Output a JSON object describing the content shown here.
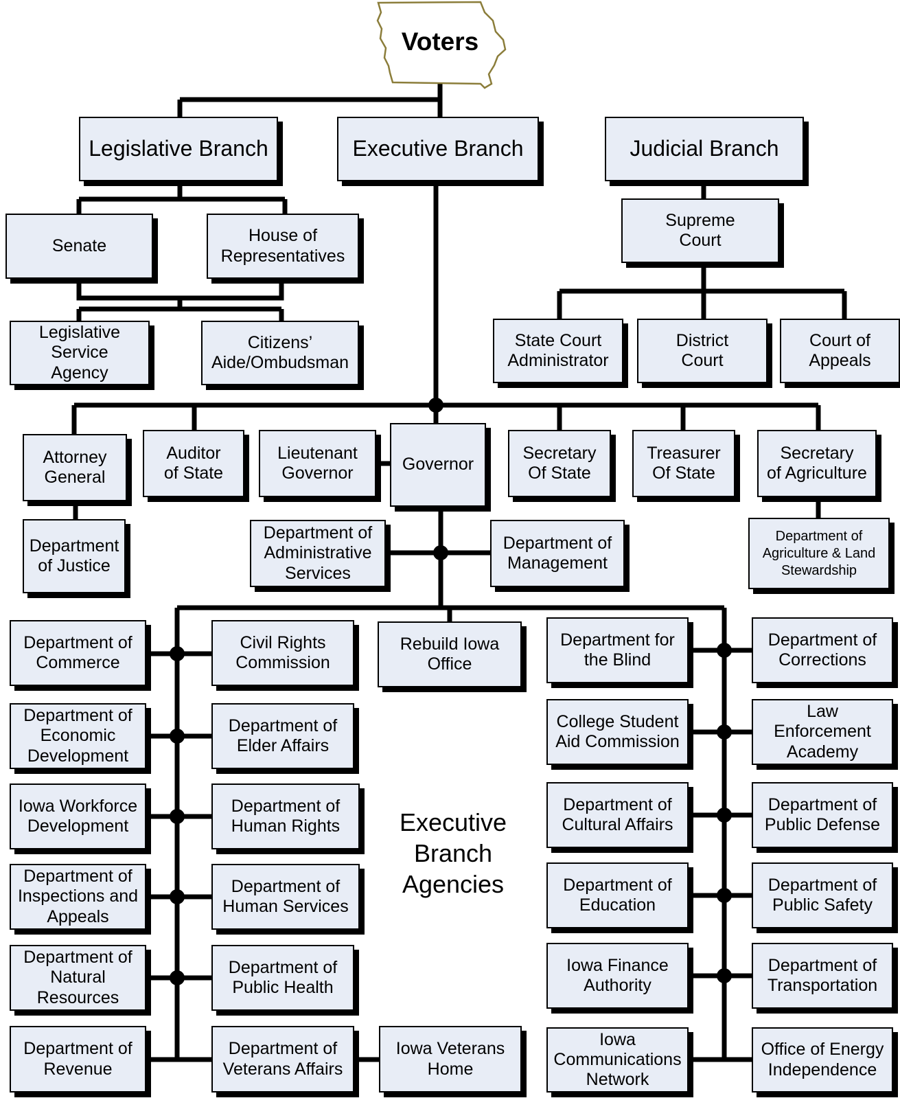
{
  "root": "Voters",
  "branches": {
    "legislative": "Legislative Branch",
    "executive": "Executive Branch",
    "judicial": "Judicial Branch"
  },
  "legislative": {
    "senate": "Senate",
    "house": "House of\nRepresentatives",
    "lsa": "Legislative\nService\nAgency",
    "ombudsman": "Citizens’\nAide/Ombudsman"
  },
  "judicial": {
    "supreme": "Supreme\nCourt",
    "sca": "State Court\nAdministrator",
    "district": "District\nCourt",
    "appeals": "Court of\nAppeals"
  },
  "elected": {
    "attorney_general": "Attorney\nGeneral",
    "auditor": "Auditor\nof State",
    "lt_governor": "Lieutenant\nGovernor",
    "governor": "Governor",
    "secretary_state": "Secretary\nOf State",
    "treasurer": "Treasurer\nOf State",
    "secretary_ag": "Secretary\nof Agriculture",
    "justice": "Department\nof Justice",
    "das": "Department of\nAdministrative\nServices",
    "management": "Department of\nManagement",
    "agriculture_dept": "Department of\nAgriculture & Land\nStewardship"
  },
  "center_label": "Executive\nBranch\nAgencies",
  "agencies": {
    "commerce": "Department of\nCommerce",
    "civil_rights": "Civil Rights\nCommission",
    "rebuild": "Rebuild Iowa\nOffice",
    "blind": "Department for\nthe Blind",
    "corrections": "Department of\nCorrections",
    "econ_dev": "Department of\nEconomic\nDevelopment",
    "elder": "Department of\nElder Affairs",
    "college_aid": "College Student\nAid Commission",
    "law_enforcement": "Law\nEnforcement\nAcademy",
    "workforce": "Iowa Workforce\nDevelopment",
    "human_rights": "Department of\nHuman Rights",
    "cultural": "Department of\nCultural Affairs",
    "public_defense": "Department of\nPublic Defense",
    "inspections": "Department of\nInspections and\nAppeals",
    "human_services": "Department of\nHuman Services",
    "education": "Department of\nEducation",
    "public_safety": "Department of\nPublic Safety",
    "natural_resources": "Department of\nNatural\nResources",
    "public_health": "Department of\nPublic Health",
    "finance": "Iowa Finance\nAuthority",
    "transportation": "Department of\nTransportation",
    "revenue": "Department of\nRevenue",
    "veterans": "Department of\nVeterans Affairs",
    "veterans_home": "Iowa Veterans\nHome",
    "icn": "Iowa\nCommunications\nNetwork",
    "energy": "Office of Energy\nIndependence"
  }
}
